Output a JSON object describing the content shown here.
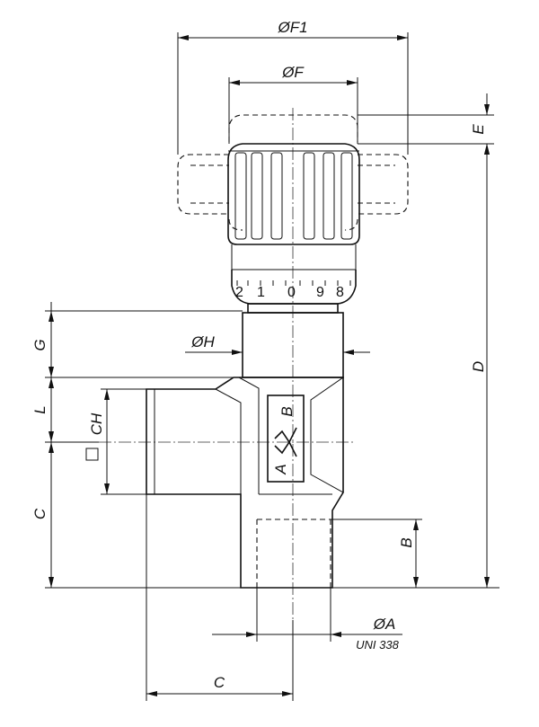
{
  "labels": {
    "f1": "ØF1",
    "f": "ØF",
    "e": "E",
    "g": "G",
    "h": "ØH",
    "d": "D",
    "l": "L",
    "ch": "CH",
    "c_left": "C",
    "c_bottom": "C",
    "b": "B",
    "a": "ØA",
    "standard": "UNI 338"
  },
  "dial": [
    "2",
    "1",
    "0",
    "9",
    "8"
  ],
  "port_marks": {
    "a": "A",
    "b": "B"
  },
  "colors": {
    "line": "#111111",
    "background": "#ffffff"
  }
}
